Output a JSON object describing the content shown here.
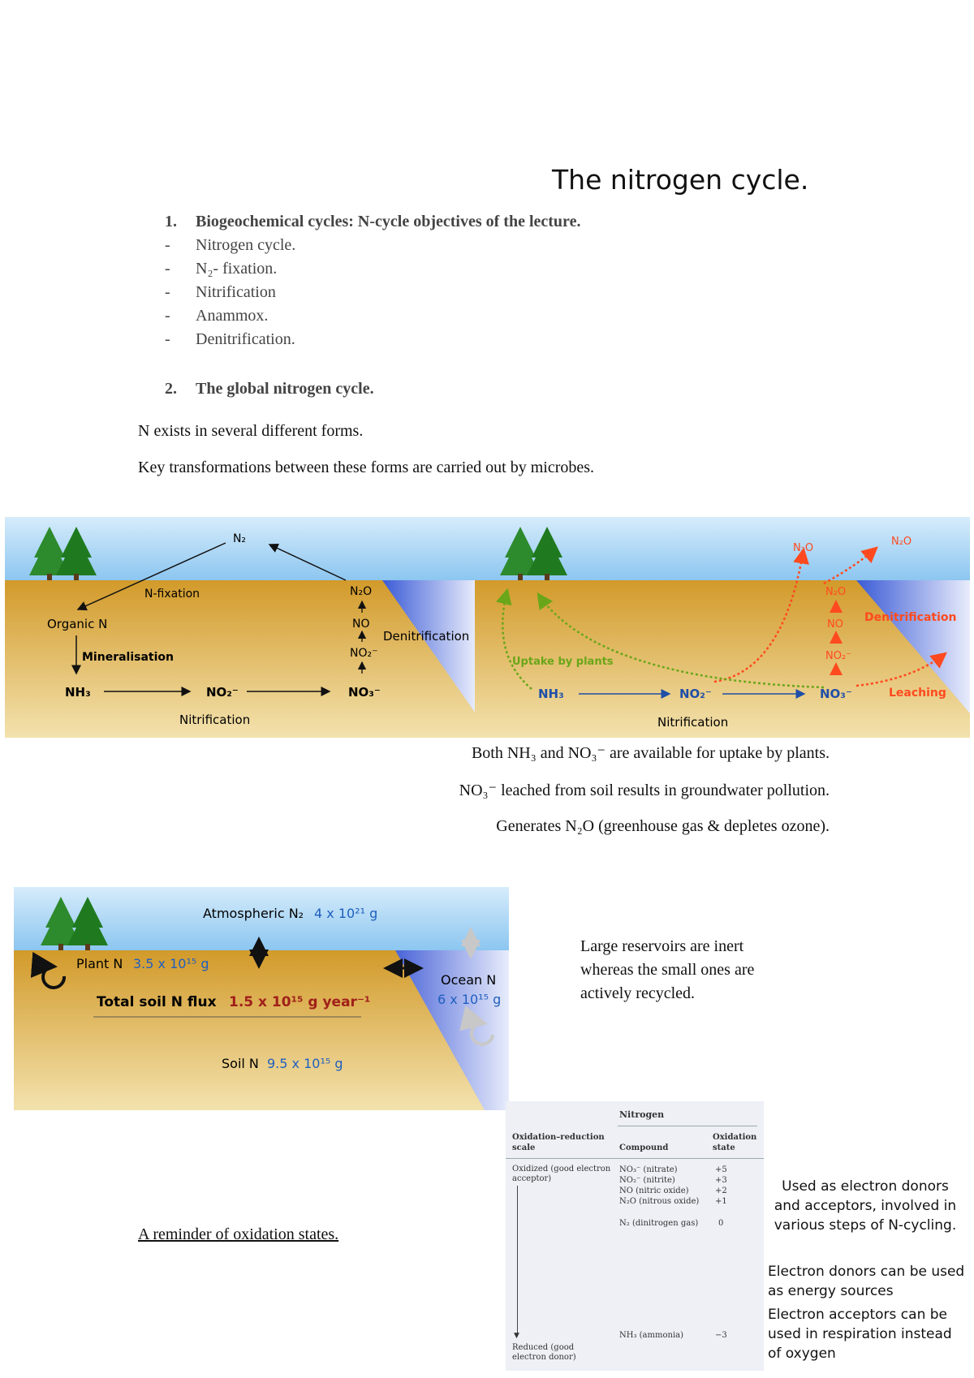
{
  "title": "The nitrogen cycle.",
  "objectives": {
    "section1": {
      "num": "1.",
      "text": "Biogeochemical cycles: N-cycle objectives of the lecture."
    },
    "items": [
      {
        "bullet": "-",
        "text": "Nitrogen cycle."
      },
      {
        "bullet": "-",
        "text": "N₂- fixation."
      },
      {
        "bullet": "-",
        "text": "Nitrification"
      },
      {
        "bullet": "-",
        "text": "Anammox."
      },
      {
        "bullet": "-",
        "text": "Denitrification."
      }
    ],
    "section2": {
      "num": "2.",
      "text": "The global nitrogen cycle."
    }
  },
  "intro": {
    "line1": "N exists in several different forms.",
    "line2": "Key transformations between these forms are carried out by microbes."
  },
  "diagram_left": {
    "n2": "N₂",
    "n_fixation": "N-fixation",
    "organic_n": "Organic N",
    "mineralisation": "Mineralisation",
    "nh3": "NH₃",
    "no2": "NO₂⁻",
    "no3": "NO₃⁻",
    "nitrification": "Nitrification",
    "n2o": "N₂O",
    "no": "NO",
    "no2b": "NO₂⁻",
    "denitrification": "Denitrification"
  },
  "diagram_right": {
    "n2o_top1": "N₂O",
    "n2o_top2": "N₂O",
    "n2o": "N₂O",
    "no": "NO",
    "no2": "NO₂⁻",
    "denitrification": "Denitrification",
    "uptake": "Uptake by plants",
    "nh3": "NH₃",
    "no2b": "NO₂⁻",
    "no3": "NO₃⁻",
    "leaching": "Leaching",
    "nitrification": "Nitrification"
  },
  "statements": {
    "s1": "Both NH₃ and NO₃⁻ are available for uptake by plants.",
    "s2": "NO₃⁻ leached from soil results in groundwater pollution.",
    "s3": "Generates N₂O (greenhouse gas & depletes ozone)."
  },
  "global_cycle": {
    "atmospheric_label": "Atmospheric N₂",
    "atmospheric_value": "4 x 10²¹ g",
    "plant_label": "Plant N",
    "plant_value": "3.5 x 10¹⁵ g",
    "flux_label": "Total soil N flux",
    "flux_value": "1.5 x 10¹⁵ g year⁻¹",
    "ocean_label": "Ocean N",
    "ocean_value": "6 x 10¹⁵ g",
    "soil_label": "Soil N",
    "soil_value": "9.5 x 10¹⁵ g"
  },
  "reservoir_note": {
    "line1": "Large reservoirs are inert",
    "line2": "whereas the small ones are",
    "line3": "actively recycled."
  },
  "reminder": "A reminder of oxidation states.",
  "oxidation_table": {
    "group_header": "Nitrogen",
    "col_scale": "Oxidation–reduction scale",
    "col_compound": "Compound",
    "col_state": "Oxidation state",
    "oxidized": "Oxidized (good electron acceptor)",
    "reduced": "Reduced (good electron donor)",
    "rows": [
      {
        "compound": "NO₃⁻ (nitrate)",
        "state": "+5"
      },
      {
        "compound": "NO₂⁻ (nitrite)",
        "state": "+3"
      },
      {
        "compound": "NO (nitric oxide)",
        "state": "+2"
      },
      {
        "compound": "N₂O (nitrous oxide)",
        "state": "+1"
      },
      {
        "compound": "N₂ (dinitrogen gas)",
        "state": "0"
      },
      {
        "compound": "NH₃ (ammonia)",
        "state": "−3"
      }
    ]
  },
  "side_notes": {
    "n1": "Used as electron donors and acceptors, involved in various steps of N-cycling.",
    "n2": "Electron donors can be used as energy sources",
    "n3": "Electron acceptors can be used in respiration instead of oxygen"
  },
  "colors": {
    "sky": "#a9d3f5",
    "soil": "#d9a93a",
    "soil_light": "#f2dfa8",
    "tree": "#1f7a1f",
    "blue_text": "#1f5fbf",
    "red_text": "#ff4a1f",
    "green_text": "#6aa61a",
    "dark_red": "#a0201a"
  }
}
